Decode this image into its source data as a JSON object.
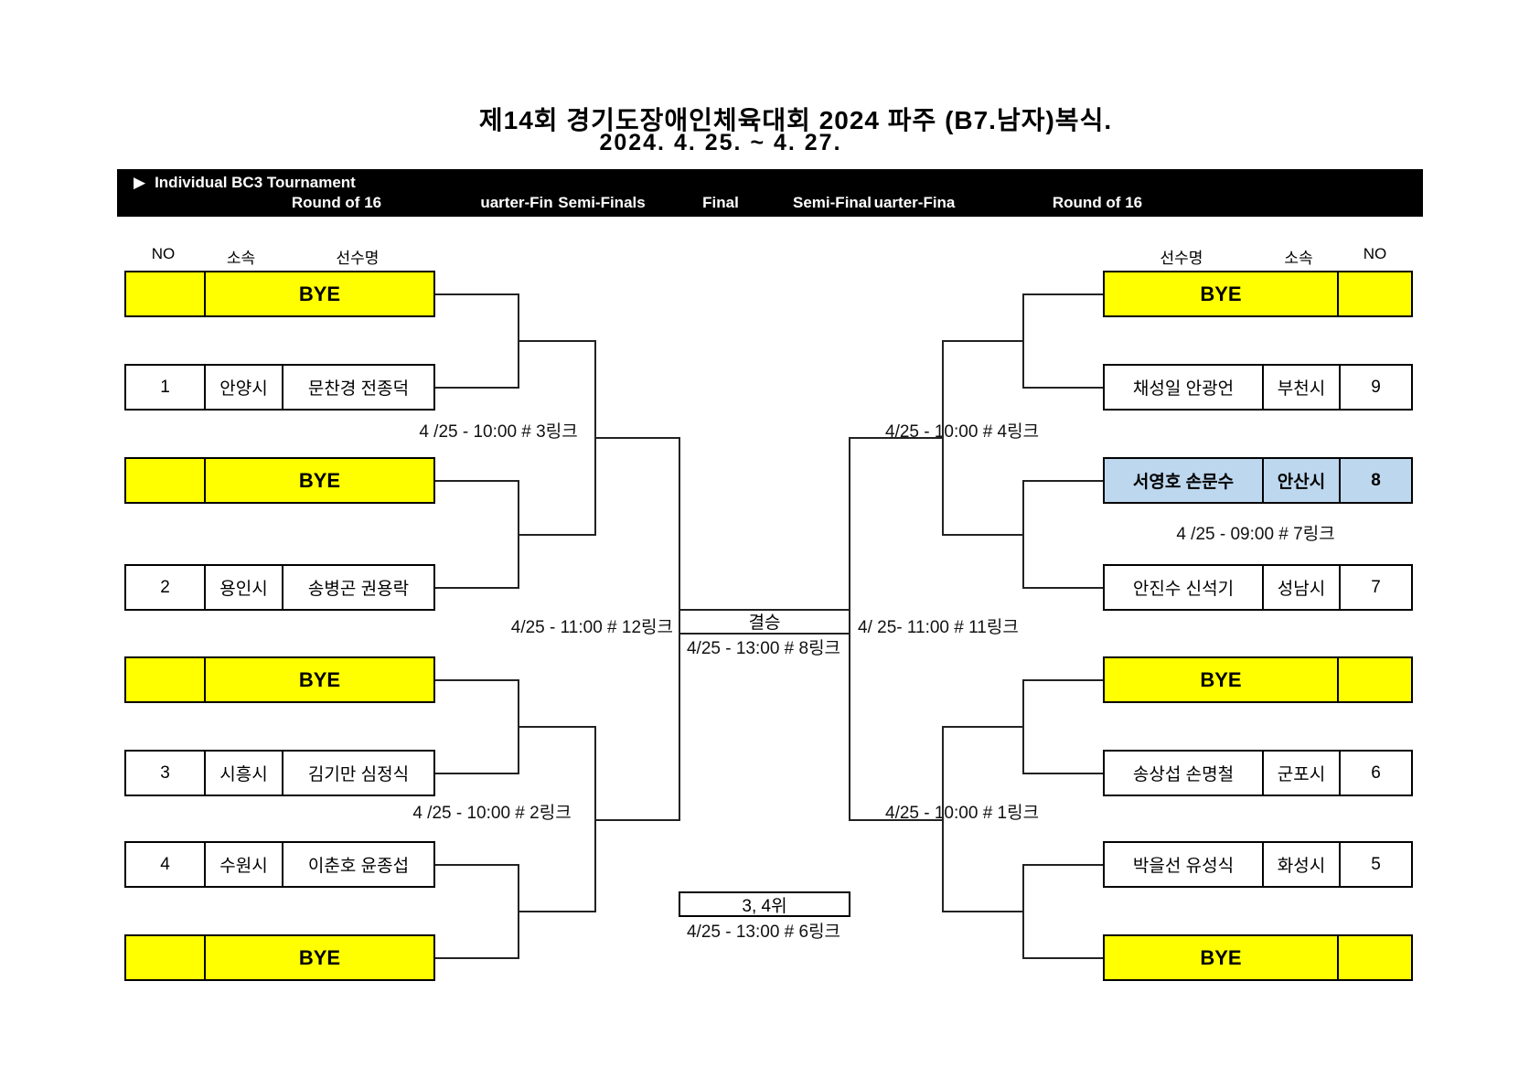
{
  "title": {
    "line1": "제14회 경기도장애인체육대회 2024 파주 (B7.남자)복식.",
    "line2": "2024. 4. 25. ~ 4. 27."
  },
  "banner": {
    "icon": "▶",
    "label": "Individual BC3 Tournament",
    "rounds": [
      "Round of 16",
      "uarter-Fin",
      "Semi-Finals",
      "Final",
      "Semi-Final",
      "uarter-Fina",
      "Round of 16"
    ]
  },
  "table_headers": {
    "left": {
      "no": "NO",
      "team": "소속",
      "players": "선수명"
    },
    "right": {
      "players": "선수명",
      "team": "소속",
      "no": "NO"
    }
  },
  "left_rows": [
    {
      "type": "bye",
      "label": "BYE"
    },
    {
      "type": "player",
      "no": "1",
      "team": "안양시",
      "players": "문찬경 전종덕"
    },
    {
      "type": "bye",
      "label": "BYE"
    },
    {
      "type": "player",
      "no": "2",
      "team": "용인시",
      "players": "송병곤 권용락"
    },
    {
      "type": "bye",
      "label": "BYE"
    },
    {
      "type": "player",
      "no": "3",
      "team": "시흥시",
      "players": "김기만 심정식"
    },
    {
      "type": "player",
      "no": "4",
      "team": "수원시",
      "players": "이춘호 윤종섭"
    },
    {
      "type": "bye",
      "label": "BYE"
    }
  ],
  "right_rows": [
    {
      "type": "bye",
      "label": "BYE"
    },
    {
      "type": "player",
      "no": "9",
      "team": "부천시",
      "players": "채성일 안광언"
    },
    {
      "type": "player",
      "no": "8",
      "team": "안산시",
      "players": "서영호 손문수",
      "highlight": true
    },
    {
      "type": "player",
      "no": "7",
      "team": "성남시",
      "players": "안진수 신석기"
    },
    {
      "type": "bye",
      "label": "BYE"
    },
    {
      "type": "player",
      "no": "6",
      "team": "군포시",
      "players": "송상섭 손명철"
    },
    {
      "type": "player",
      "no": "5",
      "team": "화성시",
      "players": "박을선 유성식"
    },
    {
      "type": "bye",
      "label": "BYE"
    }
  ],
  "schedule": {
    "match3": "4 /25 - 10:00 # 3링크",
    "match12": "4/25 - 11:00 # 12링크",
    "match2": "4 /25 - 10:00 # 2링크",
    "match4": "4/25 - 10:00 # 4링크",
    "match7": "4 /25 - 09:00 # 7링크",
    "match11": "4/ 25- 11:00 # 11링크",
    "match1": "4/25 - 10:00 # 1링크",
    "final_label": "결승",
    "final_time": "4/25 - 13:00 # 8링크",
    "third_place_label": "3, 4위",
    "third_place_time": "4/25 - 13:00 # 6링크"
  },
  "colors": {
    "bye_bg": "#FFFF00",
    "highlight_bg": "#BDD7EE",
    "banner_bg": "#000000",
    "line": "#222222"
  }
}
